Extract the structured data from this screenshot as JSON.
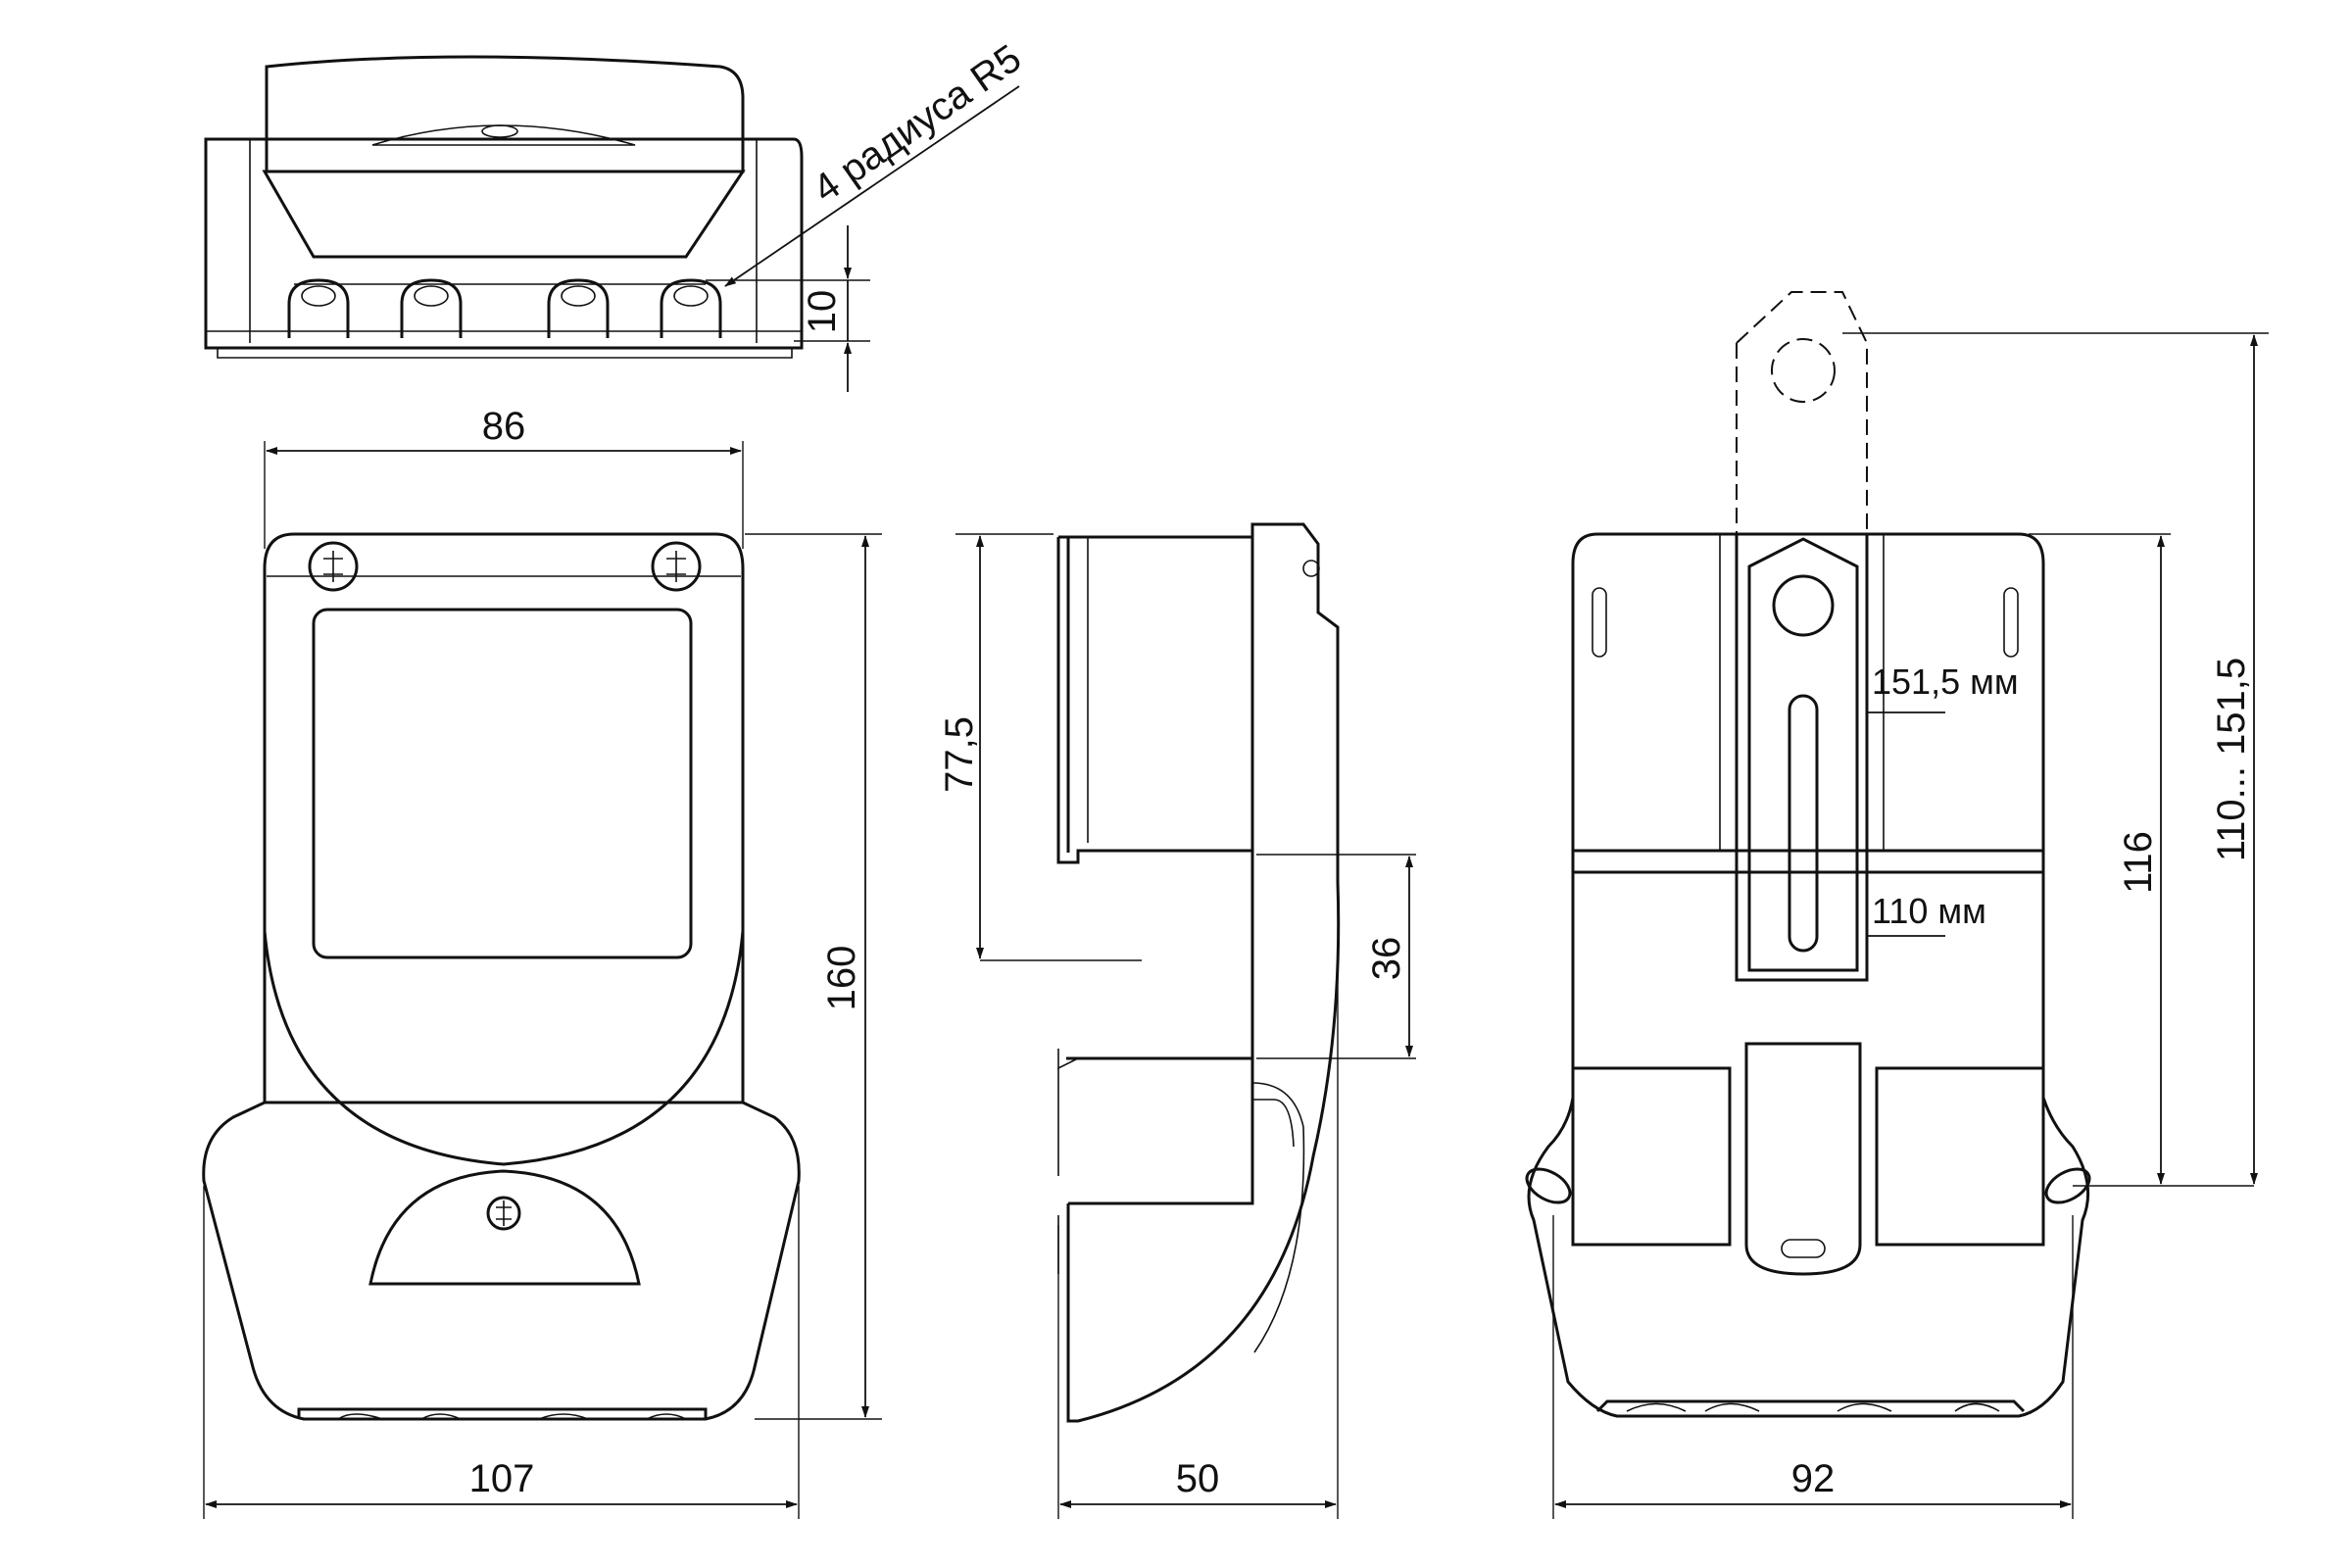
{
  "labels": {
    "radius_note": "4 радиуса R5",
    "dim_10": "10",
    "dim_86": "86",
    "dim_160": "160",
    "dim_107": "107",
    "dim_77_5": "77,5",
    "dim_36": "36",
    "dim_50": "50",
    "dim_151_5_mm": "151,5 мм",
    "dim_110_mm": "110 мм",
    "dim_116": "116",
    "dim_110_151_5": "110... 151,5",
    "dim_92": "92"
  }
}
